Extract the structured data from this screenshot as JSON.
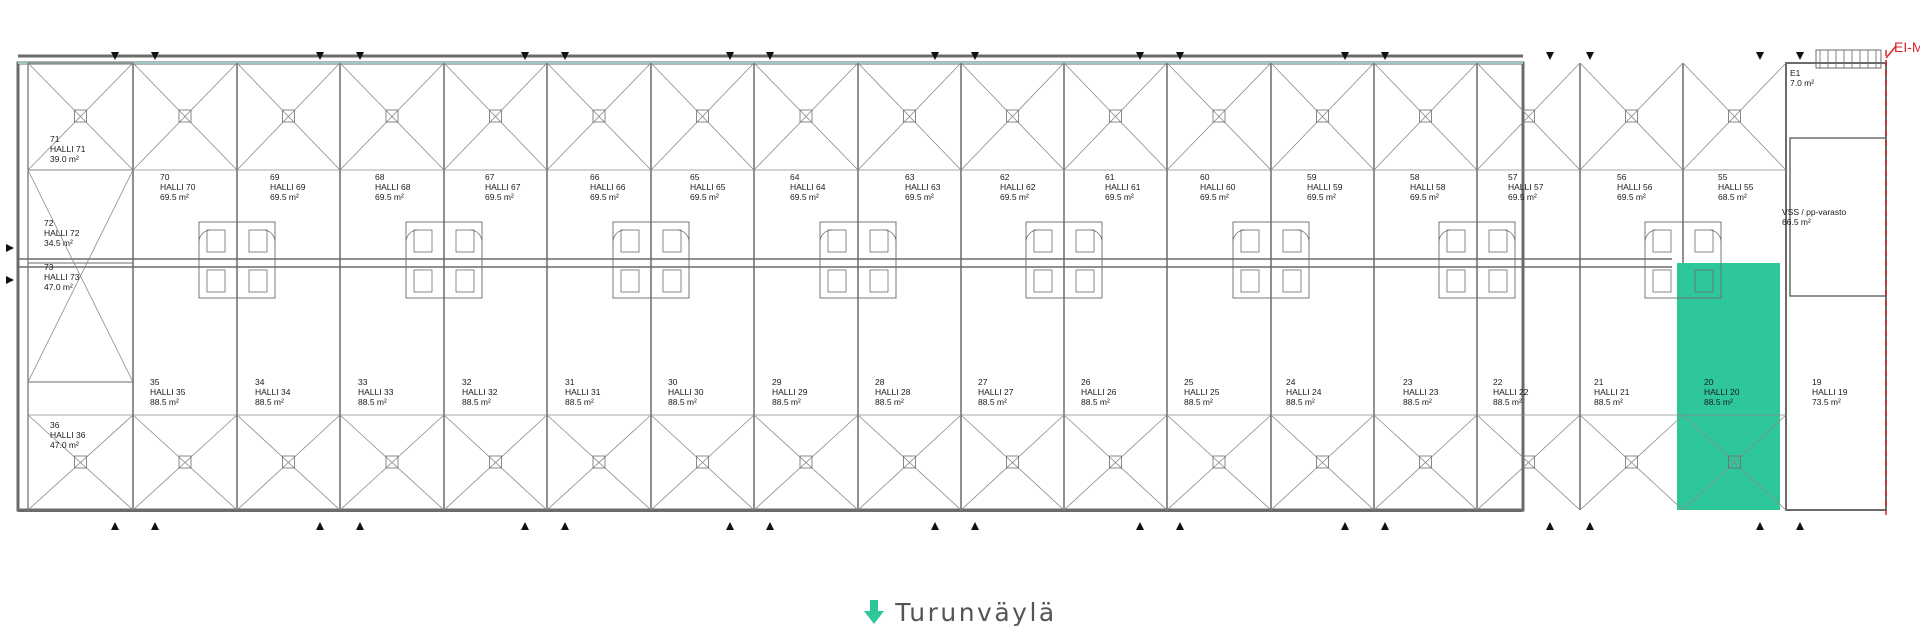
{
  "street_label": "Turunväylä",
  "corner_label": "EI-M",
  "colors": {
    "highlight": "#2ec79b",
    "wall": "#6b6b6b",
    "corner": "#d8262a",
    "arrow": "#2ec79b"
  },
  "highlighted_unit": "20",
  "top_row": [
    {
      "id": "70",
      "name": "HALLI 70",
      "area": "69.5 m²"
    },
    {
      "id": "69",
      "name": "HALLI 69",
      "area": "69.5 m²"
    },
    {
      "id": "68",
      "name": "HALLI 68",
      "area": "69.5 m²"
    },
    {
      "id": "67",
      "name": "HALLI 67",
      "area": "69.5 m²"
    },
    {
      "id": "66",
      "name": "HALLI 66",
      "area": "69.5 m²"
    },
    {
      "id": "65",
      "name": "HALLI 65",
      "area": "69.5 m²"
    },
    {
      "id": "64",
      "name": "HALLI 64",
      "area": "69.5 m²"
    },
    {
      "id": "63",
      "name": "HALLI 63",
      "area": "69.5 m²"
    },
    {
      "id": "62",
      "name": "HALLI 62",
      "area": "69.5 m²"
    },
    {
      "id": "61",
      "name": "HALLI 61",
      "area": "69.5 m²"
    },
    {
      "id": "60",
      "name": "HALLI 60",
      "area": "69.5 m²"
    },
    {
      "id": "59",
      "name": "HALLI 59",
      "area": "69.5 m²"
    },
    {
      "id": "58",
      "name": "HALLI 58",
      "area": "69.5 m²"
    },
    {
      "id": "57",
      "name": "HALLI 57",
      "area": "69.5 m²"
    },
    {
      "id": "56",
      "name": "HALLI 56",
      "area": "69.5 m²"
    },
    {
      "id": "55",
      "name": "HALLI 55",
      "area": "68.5 m²"
    }
  ],
  "bottom_row": [
    {
      "id": "35",
      "name": "HALLI 35",
      "area": "88.5 m²"
    },
    {
      "id": "34",
      "name": "HALLI 34",
      "area": "88.5 m²"
    },
    {
      "id": "33",
      "name": "HALLI 33",
      "area": "88.5 m²"
    },
    {
      "id": "32",
      "name": "HALLI 32",
      "area": "88.5 m²"
    },
    {
      "id": "31",
      "name": "HALLI 31",
      "area": "88.5 m²"
    },
    {
      "id": "30",
      "name": "HALLI 30",
      "area": "88.5 m²"
    },
    {
      "id": "29",
      "name": "HALLI 29",
      "area": "88.5 m²"
    },
    {
      "id": "28",
      "name": "HALLI 28",
      "area": "88.5 m²"
    },
    {
      "id": "27",
      "name": "HALLI 27",
      "area": "88.5 m²"
    },
    {
      "id": "26",
      "name": "HALLI 26",
      "area": "88.5 m²"
    },
    {
      "id": "25",
      "name": "HALLI 25",
      "area": "88.5 m²"
    },
    {
      "id": "24",
      "name": "HALLI 24",
      "area": "88.5 m²"
    },
    {
      "id": "23",
      "name": "HALLI 23",
      "area": "88.5 m²"
    },
    {
      "id": "22",
      "name": "HALLI 22",
      "area": "88.5 m²"
    },
    {
      "id": "21",
      "name": "HALLI 21",
      "area": "88.5 m²"
    },
    {
      "id": "20",
      "name": "HALLI 20",
      "area": "88.5 m²"
    },
    {
      "id": "19",
      "name": "HALLI 19",
      "area": "73.5 m²"
    }
  ],
  "left_units": [
    {
      "id": "71",
      "name": "HALLI 71",
      "area": "39.0 m²"
    },
    {
      "id": "72",
      "name": "HALLI 72",
      "area": "34.5 m²"
    },
    {
      "id": "73",
      "name": "HALLI 73",
      "area": "47.0 m²"
    },
    {
      "id": "36",
      "name": "HALLI 36",
      "area": "47.0 m²"
    }
  ],
  "right_units": [
    {
      "id": "E1",
      "name": "",
      "area": "7.0 m²"
    },
    {
      "id": "VSS / pp-varasto",
      "name": "",
      "area": "66.5 m²"
    }
  ]
}
